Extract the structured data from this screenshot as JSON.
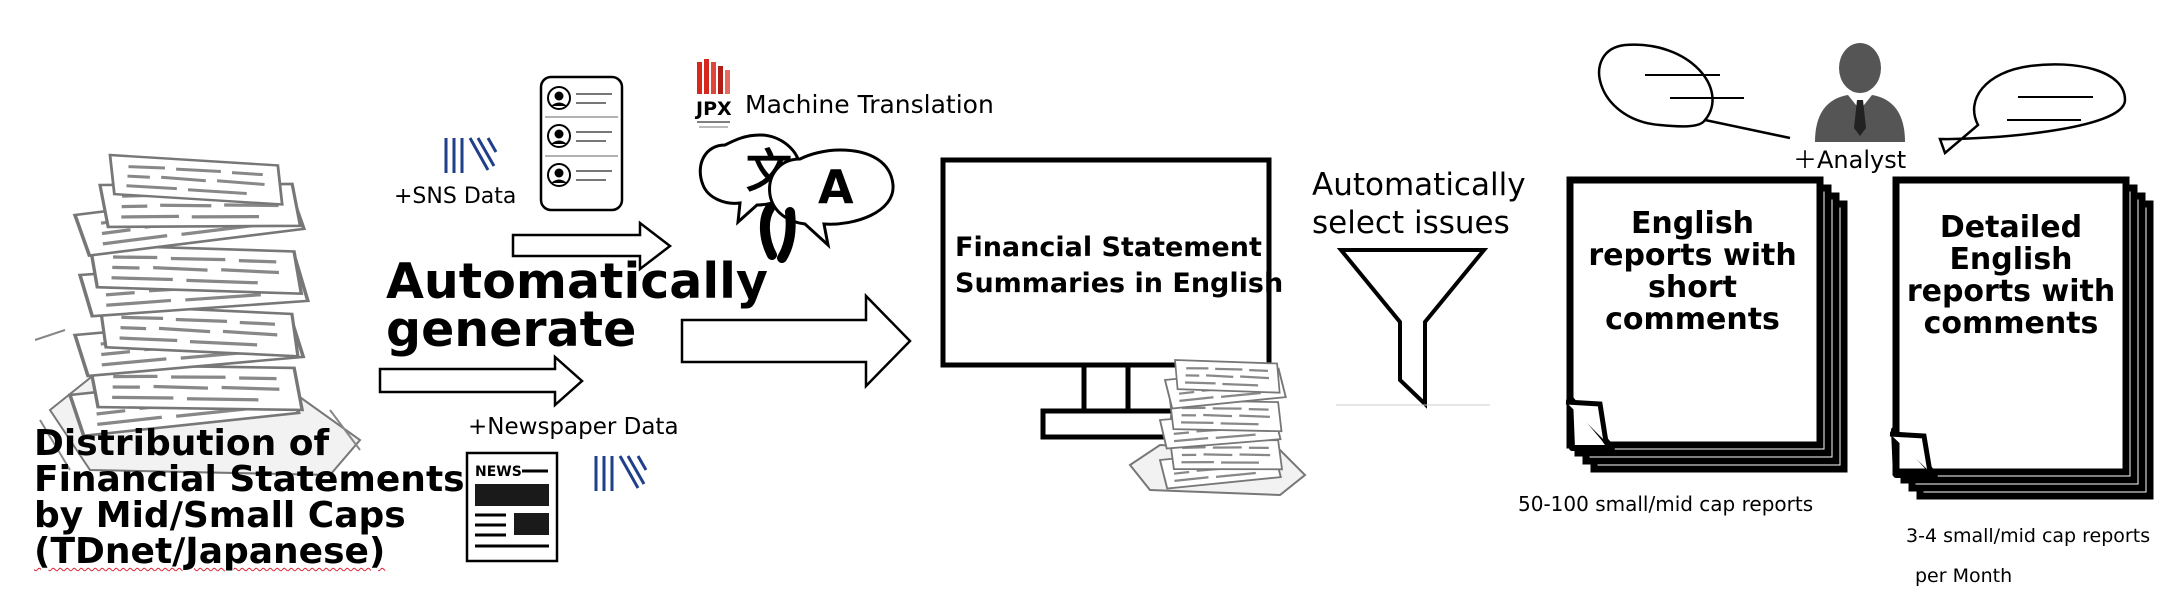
{
  "source": {
    "caption_lines": [
      "Distribution of",
      "Financial Statements",
      "by Mid/Small Caps",
      "(TDnet/Japanese)"
    ]
  },
  "inputs": {
    "sns_label": "+SNS Data",
    "newspaper_label": "+Newspaper Data",
    "news_icon_text": "NEWS"
  },
  "translation": {
    "logo_text": "JPX",
    "label": "Machine Translation",
    "bubble_left_glyph": "文",
    "bubble_right_glyph": "A"
  },
  "generate": {
    "lines": [
      "Automatically",
      "generate"
    ]
  },
  "monitor": {
    "lines": [
      "Financial Statement",
      "Summaries in English"
    ]
  },
  "selection": {
    "lines": [
      "Automatically",
      "select issues"
    ]
  },
  "short_reports": {
    "lines": [
      "English",
      "reports with",
      "short",
      "comments"
    ],
    "caption": "50-100 small/mid cap reports"
  },
  "analyst": {
    "label": "＋Analyst"
  },
  "detailed_reports": {
    "lines": [
      "Detailed",
      "English",
      "reports with",
      "comments"
    ],
    "caption_lines": [
      "3-4 small/mid cap reports",
      "per Month"
    ]
  },
  "colors": {
    "accent_blue": "#1f3f8a",
    "jpx_red": "#d8281e",
    "icon_gray": "#555555"
  },
  "icons": [
    "paper-pile-icon",
    "id-card-icon",
    "data-logo-icon",
    "jpx-logo-icon",
    "speech-bubble-icon",
    "arrow-right-icon",
    "monitor-icon",
    "funnel-icon",
    "document-stack-icon",
    "analyst-person-icon",
    "newspaper-icon"
  ]
}
